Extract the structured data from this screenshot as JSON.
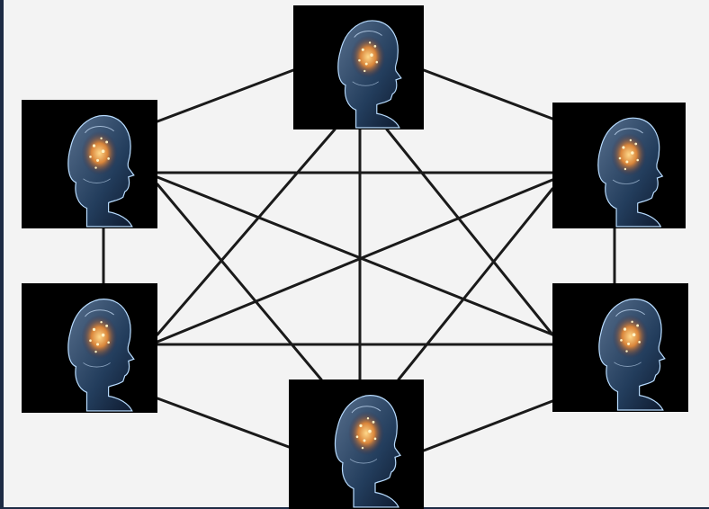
{
  "diagram": {
    "background": "#f3f3f3",
    "frame_color": "#1d2b44",
    "edge_color": "#1a1a1a",
    "node_fill": "#000000",
    "node_icon": "glowing-brain-head-icon",
    "node_count": 6,
    "edges": [
      [
        "top",
        "ul"
      ],
      [
        "top",
        "ur"
      ],
      [
        "top",
        "ll"
      ],
      [
        "top",
        "lr"
      ],
      [
        "top",
        "bot"
      ],
      [
        "ul",
        "ur"
      ],
      [
        "ul",
        "ll"
      ],
      [
        "ul",
        "lr"
      ],
      [
        "ul",
        "bot"
      ],
      [
        "ur",
        "ll"
      ],
      [
        "ur",
        "lr"
      ],
      [
        "ur",
        "bot"
      ],
      [
        "ll",
        "lr"
      ],
      [
        "ll",
        "bot"
      ],
      [
        "lr",
        "bot"
      ]
    ]
  }
}
